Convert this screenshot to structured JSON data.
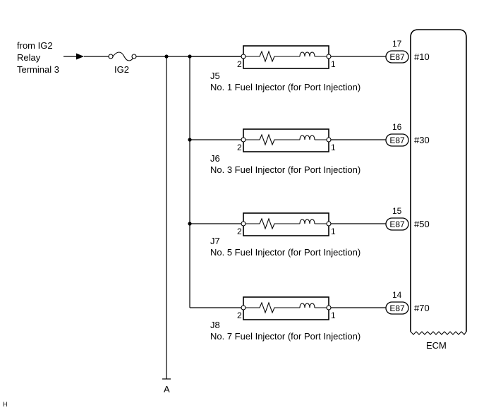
{
  "source": {
    "line1": "from IG2",
    "line2": "Relay",
    "line3": "Terminal 3"
  },
  "fuse_label": "IG2",
  "ground_label": "A",
  "ecm_label": "ECM",
  "corner_mark": "H",
  "injectors": [
    {
      "connector": "J5",
      "name": "No. 1 Fuel Injector (for Port Injection)",
      "pin_left": "2",
      "pin_right": "1",
      "ecm_pin": "17",
      "ecm_connector": "E87",
      "ecm_terminal": "#10"
    },
    {
      "connector": "J6",
      "name": "No. 3 Fuel Injector (for Port Injection)",
      "pin_left": "2",
      "pin_right": "1",
      "ecm_pin": "16",
      "ecm_connector": "E87",
      "ecm_terminal": "#30"
    },
    {
      "connector": "J7",
      "name": "No. 5 Fuel Injector (for Port Injection)",
      "pin_left": "2",
      "pin_right": "1",
      "ecm_pin": "15",
      "ecm_connector": "E87",
      "ecm_terminal": "#50"
    },
    {
      "connector": "J8",
      "name": "No. 7 Fuel Injector (for Port Injection)",
      "pin_left": "2",
      "pin_right": "1",
      "ecm_pin": "14",
      "ecm_connector": "E87",
      "ecm_terminal": "#70"
    }
  ]
}
